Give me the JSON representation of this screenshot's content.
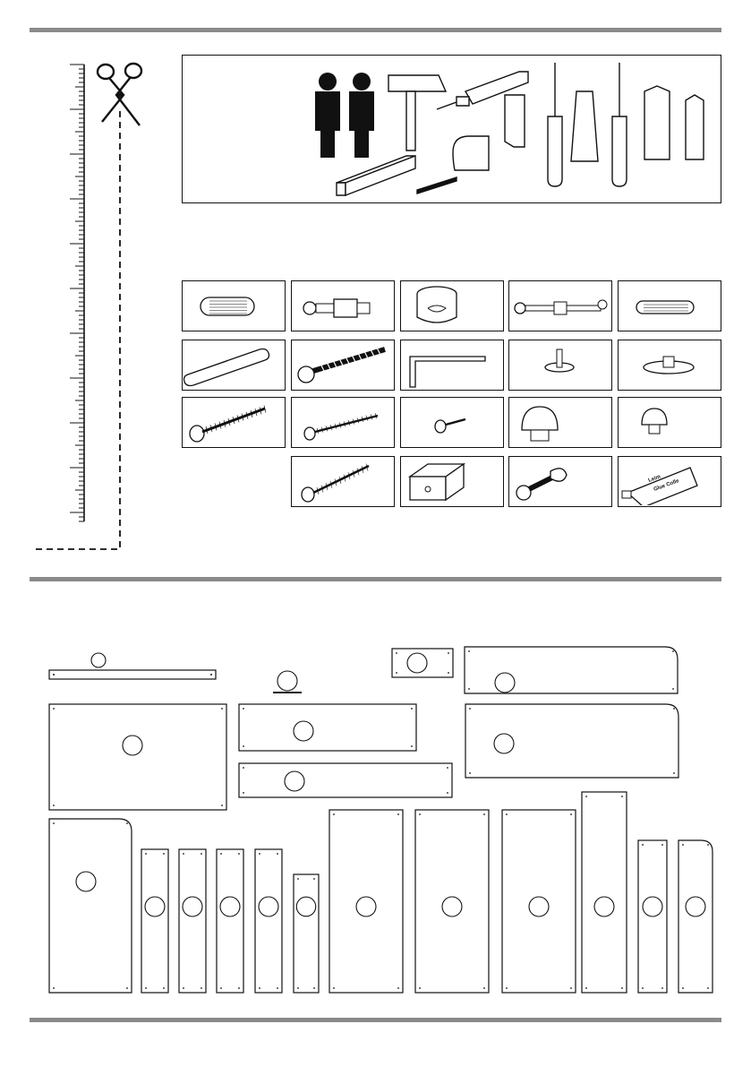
{
  "page": {
    "background": "#ffffff",
    "rule_color": "#8a8a8a",
    "line_color": "#111111"
  },
  "icons": {
    "cut_guide": [
      "scissors-icon",
      "ruler-icon",
      "dashed-cut-line"
    ],
    "tools": [
      "two-persons-icon",
      "hammer-icon",
      "drill-icon",
      "measuring-tape-icon",
      "wood-block-icon",
      "screwdriver-icon",
      "flat-screwdriver-bit-icon",
      "phillips-screwdriver-icon",
      "screwdriver-bit-icon"
    ],
    "hardware": [
      [
        "wooden-dowel-icon",
        "connector-bolt-icon",
        "cam-lock-icon",
        "double-connector-bolt-icon",
        "small-dowel-icon"
      ],
      [
        "long-dowel-icon",
        "confirmat-screw-icon",
        "allen-key-icon",
        "shelf-pin-icon",
        "shelf-support-disc-icon"
      ],
      [
        "long-wood-screw-icon",
        "wood-screw-icon",
        "short-screw-icon",
        "cover-cap-icon",
        "small-cover-cap-icon"
      ],
      [
        "long-screw-icon",
        "corner-bracket-icon",
        "cam-bolt-icon",
        "glue-tube-icon"
      ]
    ],
    "panels": "furniture-panel-icon"
  },
  "glue_tube": {
    "label_line1": "Leim",
    "label_line2": "Glue Colle"
  }
}
